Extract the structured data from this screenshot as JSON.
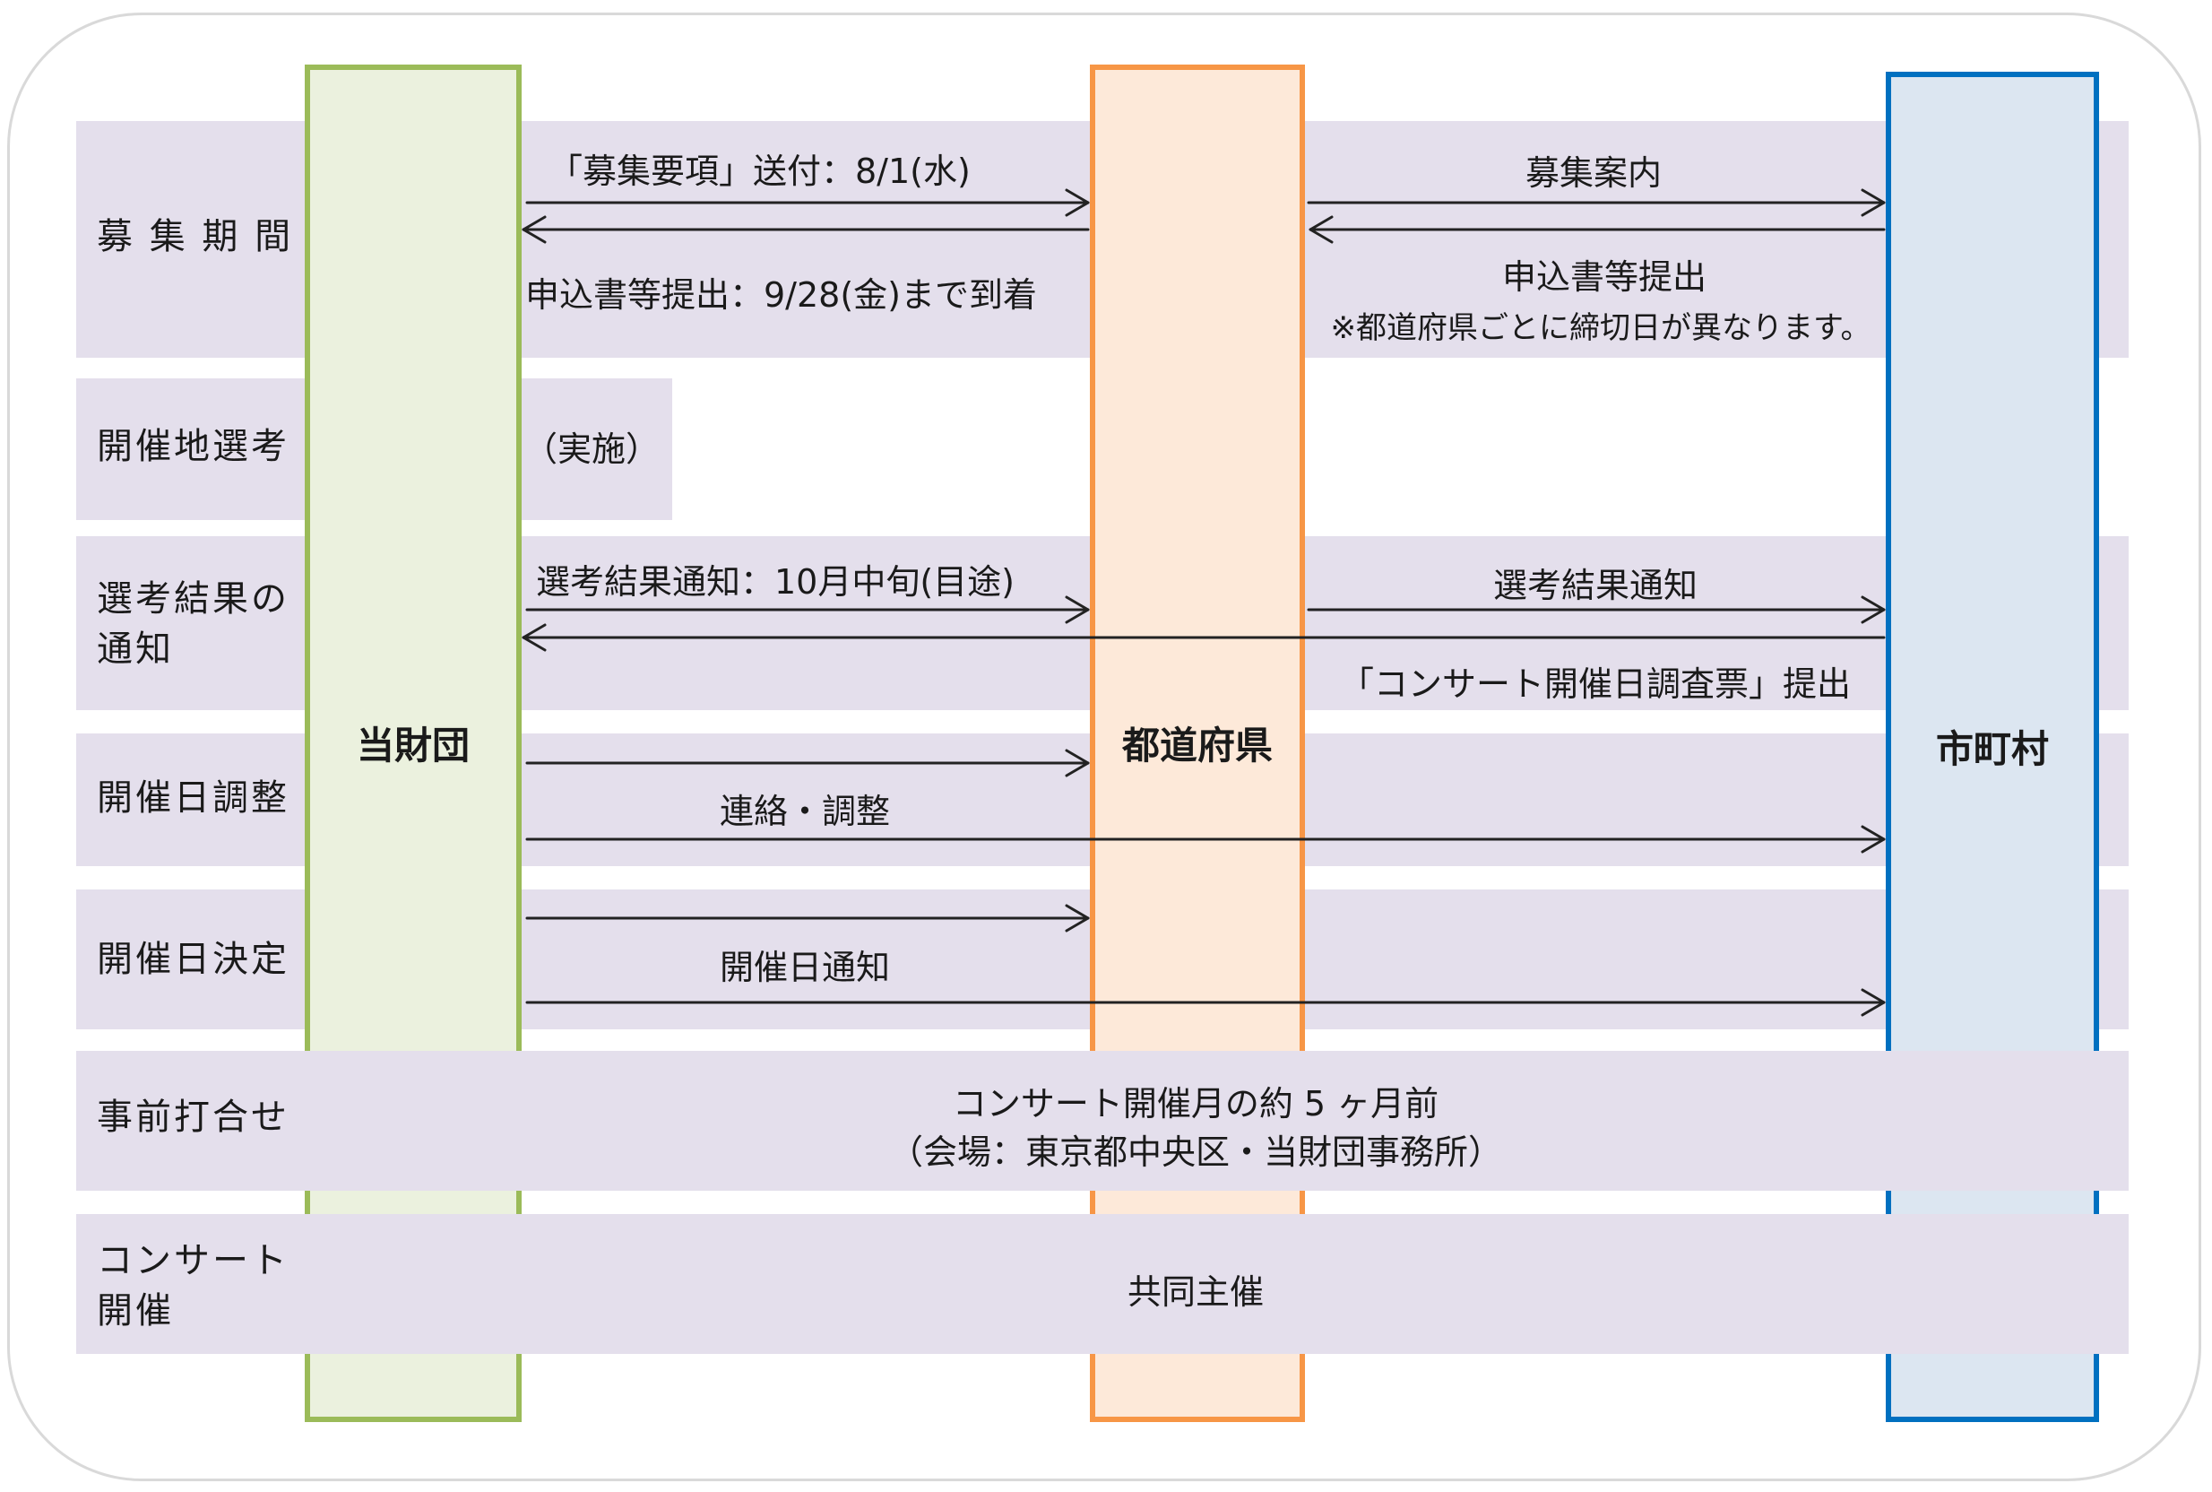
{
  "lanes": {
    "foundation": "当財団",
    "prefecture": "都道府県",
    "municipality": "市町村"
  },
  "rows": {
    "recruit_period": "募 集 期 間",
    "venue_selection": "開催地選考",
    "result_notice": "選考結果の\n通知",
    "date_adjust": "開催日調整",
    "date_decide": "開催日決定",
    "pre_meeting": "事前打合せ",
    "concert": "コンサート\n開催"
  },
  "labels": {
    "guidelines_sent": "「募集要項」送付：8/1(水)",
    "application_deadline": "申込書等提出：9/28(金)まで到着",
    "recruit_guide": "募集案内",
    "application_submit": "申込書等提出",
    "deadline_note": "※都道府県ごとに締切日が異なります。",
    "implementation": "（実施）",
    "result_notice_date": "選考結果通知：10月中旬(目途)",
    "result_notice": "選考結果通知",
    "survey_submit": "「コンサート開催日調査票」提出",
    "contact_adjust": "連絡・調整",
    "date_notice": "開催日通知",
    "pre_meeting_line1": "コンサート開催月の約 5 ヶ月前",
    "pre_meeting_line2": "（会場：東京都中央区・当財団事務所）",
    "joint_host": "共同主催"
  },
  "colors": {
    "band": "#e4dfec",
    "foundation_fill": "#ebf1de",
    "foundation_border": "#9bbb59",
    "prefecture_fill": "#fde9d9",
    "prefecture_border": "#f79646",
    "municipality_fill": "#dce6f1",
    "municipality_border": "#0070c0",
    "arrow": "#222222"
  }
}
